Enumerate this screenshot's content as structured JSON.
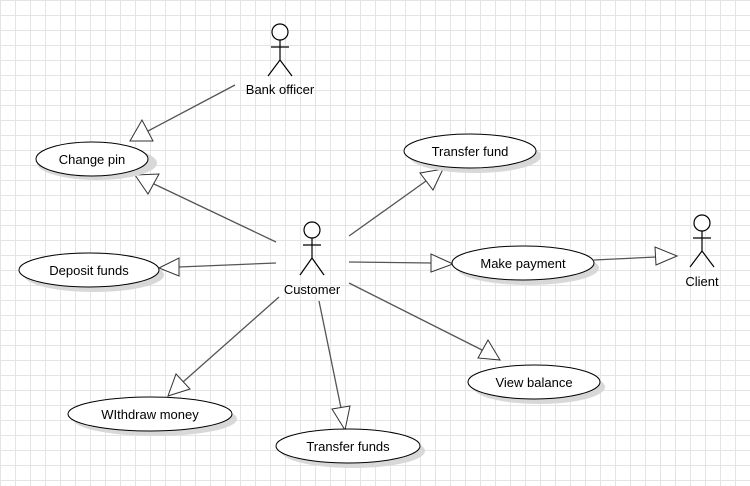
{
  "actors": {
    "bank_officer": "Bank officer",
    "customer": "Customer",
    "client": "Client"
  },
  "use_cases": {
    "change_pin": "Change pin",
    "transfer_fund": "Transfer fund",
    "deposit_funds": "Deposit funds",
    "make_payment": "Make payment",
    "view_balance": "View balance",
    "withdraw_money": "WIthdraw money",
    "transfer_funds": "Transfer funds"
  },
  "relationships": [
    {
      "from": "Bank officer",
      "to": "Change pin"
    },
    {
      "from": "Customer",
      "to": "Change pin"
    },
    {
      "from": "Customer",
      "to": "Transfer fund"
    },
    {
      "from": "Customer",
      "to": "Deposit funds"
    },
    {
      "from": "Customer",
      "to": "Make payment"
    },
    {
      "from": "Customer",
      "to": "View balance"
    },
    {
      "from": "Customer",
      "to": "WIthdraw money"
    },
    {
      "from": "Customer",
      "to": "Transfer funds"
    },
    {
      "from": "Make payment",
      "to": "Client"
    }
  ]
}
